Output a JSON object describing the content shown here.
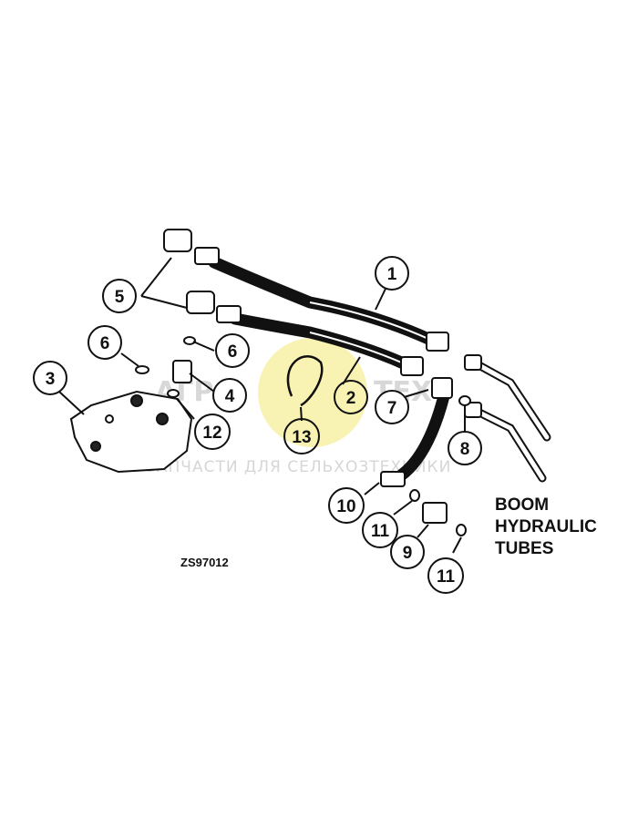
{
  "watermark": {
    "brand_left": "АГР",
    "brand_right": "ТЕХ",
    "tagline": "ЗАПЧАСТИ ДЛЯ СЕЛЬХОЗТЕХНИКИ",
    "accent_color": "#f5ef9a"
  },
  "callouts": [
    {
      "id": "1",
      "label": "1"
    },
    {
      "id": "2",
      "label": "2"
    },
    {
      "id": "3",
      "label": "3"
    },
    {
      "id": "4",
      "label": "4"
    },
    {
      "id": "5",
      "label": "5"
    },
    {
      "id": "6a",
      "label": "6"
    },
    {
      "id": "6b",
      "label": "6"
    },
    {
      "id": "7",
      "label": "7"
    },
    {
      "id": "8",
      "label": "8"
    },
    {
      "id": "9",
      "label": "9"
    },
    {
      "id": "10",
      "label": "10"
    },
    {
      "id": "11a",
      "label": "11"
    },
    {
      "id": "11b",
      "label": "11"
    },
    {
      "id": "12",
      "label": "12"
    },
    {
      "id": "13",
      "label": "13"
    }
  ],
  "caption": {
    "line1": "BOOM",
    "line2": "HYDRAULIC",
    "line3": "TUBES"
  },
  "figure_id": "ZS97012"
}
